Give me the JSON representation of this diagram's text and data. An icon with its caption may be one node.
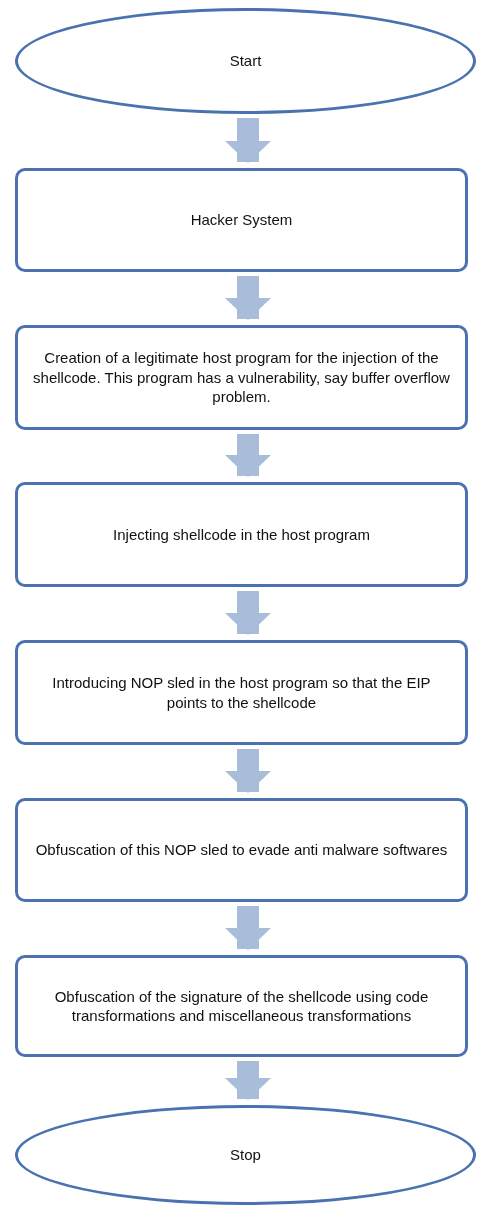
{
  "diagram": {
    "nodes": [
      {
        "text": [
          "Start"
        ]
      },
      {
        "text": [
          "Hacker System"
        ]
      },
      {
        "text": [
          "Creation of a legitimate host program for the injection of the shellcode. This program has a vulnerability, say buffer overflow problem."
        ]
      },
      {
        "text": [
          "Injecting shellcode in the host program"
        ]
      },
      {
        "text": [
          "Introducing NOP sled in the host program so that the EIP points to the shellcode"
        ]
      },
      {
        "text": [
          "Obfuscation of this NOP sled to evade anti malware softwares"
        ]
      },
      {
        "text": [
          "Obfuscation of the signature of the shellcode using code transformations and miscellaneous transformations"
        ]
      },
      {
        "text": [
          "Stop"
        ]
      }
    ],
    "edges": [
      {
        "from": 0,
        "to": 1,
        "arrow": "to"
      },
      {
        "from": 1,
        "to": 2,
        "arrow": "to"
      },
      {
        "from": 2,
        "to": 3,
        "arrow": "to"
      },
      {
        "from": 3,
        "to": 4,
        "arrow": "to"
      },
      {
        "from": 4,
        "to": 5,
        "arrow": "to"
      },
      {
        "from": 5,
        "to": 6,
        "arrow": "to"
      },
      {
        "from": 6,
        "to": 7,
        "arrow": "to"
      }
    ]
  }
}
